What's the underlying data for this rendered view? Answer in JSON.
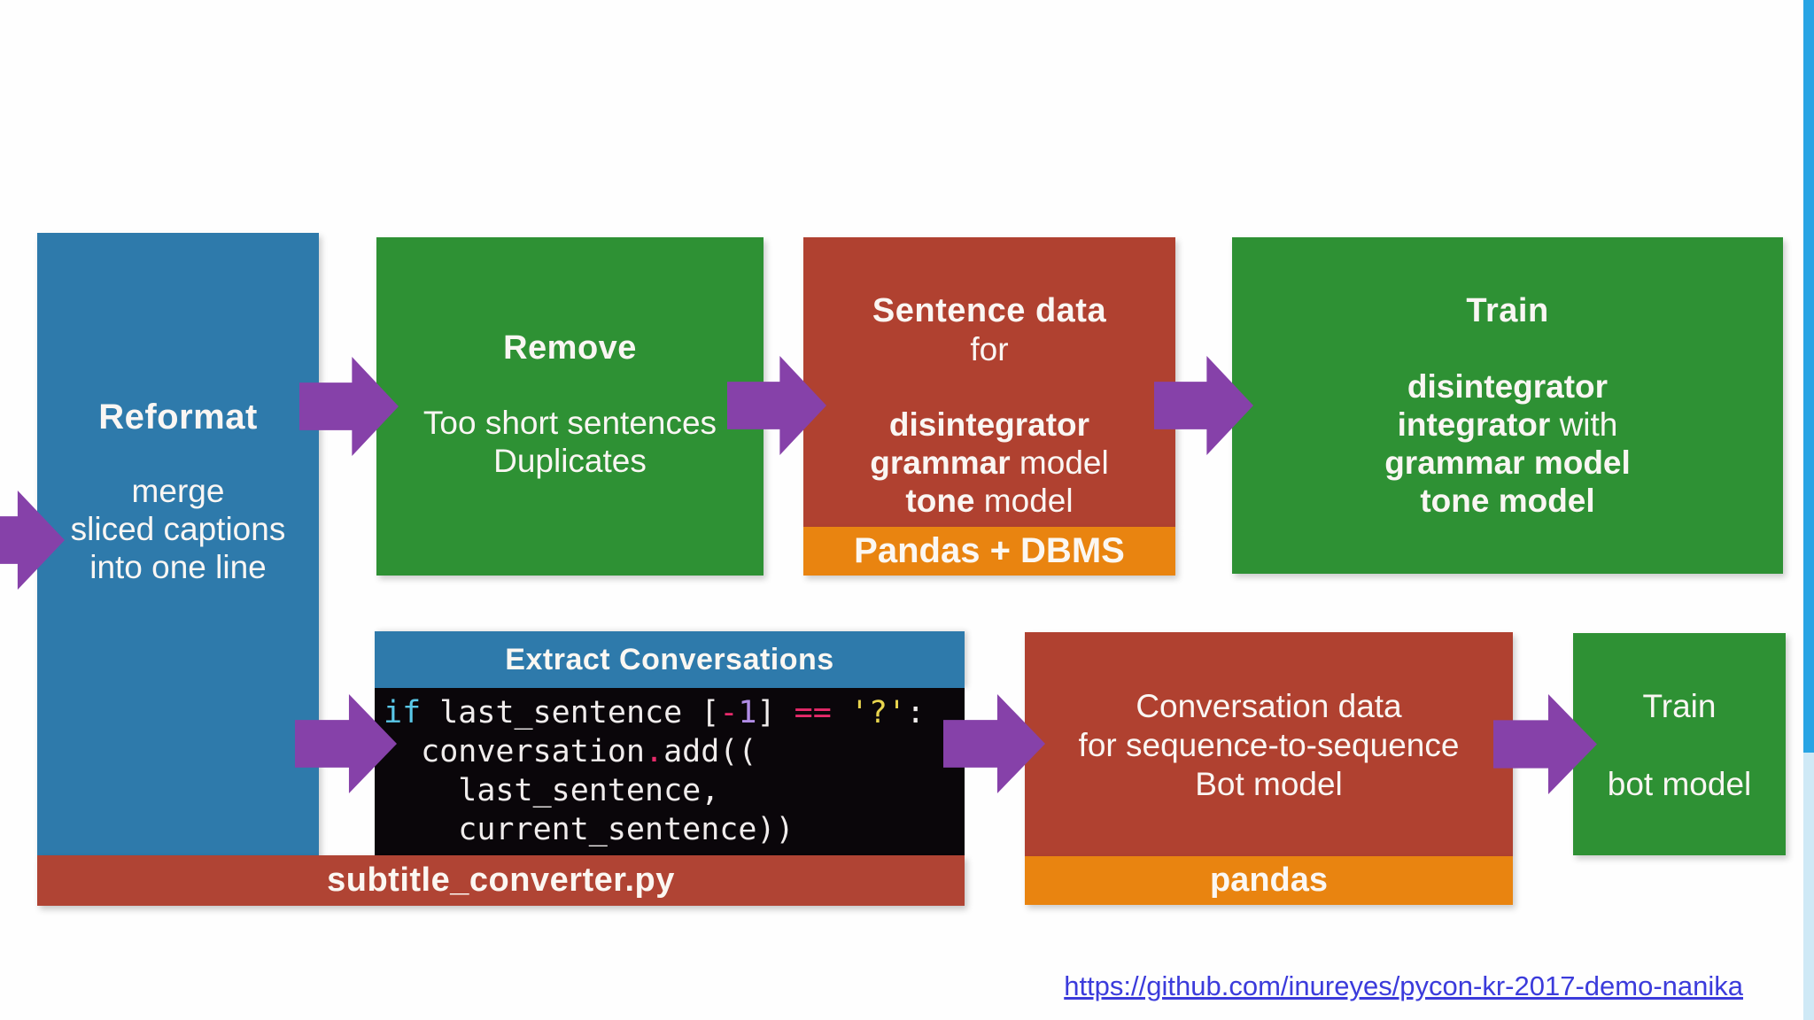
{
  "colors": {
    "box_blue": "#2e7aab",
    "box_green": "#2e9134",
    "box_red": "#b04130",
    "bar_orange": "#e98410",
    "file_bar_red": "#b04434",
    "arrow_purple": "#8641a9",
    "code_background": "#0a060a",
    "code_keyword_cyan": "#5ac8e8",
    "code_operator_pink": "#e62a6a",
    "code_number_purple": "#b18ce6",
    "code_string_yellow": "#e8d44e",
    "link_blue": "#3b3bdb",
    "scrollbar_thumb_blue": "#29a4e4",
    "scrollbar_track_blue": "#cfe9f6"
  },
  "reformat_box": {
    "title": "Reformat",
    "lines": [
      "merge",
      "sliced captions",
      "into one line"
    ]
  },
  "remove_box": {
    "title": "Remove",
    "lines": [
      "Too short sentences",
      "Duplicates"
    ]
  },
  "sentence_box": {
    "title": "Sentence data",
    "subtitle": "for",
    "models": [
      {
        "bold": "disintegrator",
        "rest": ""
      },
      {
        "bold": "grammar",
        "rest": " model"
      },
      {
        "bold": "tone",
        "rest": " model"
      }
    ],
    "tool_label": "Pandas + DBMS"
  },
  "train_box": {
    "title": "Train",
    "models": [
      {
        "bold": "disintegrator",
        "rest": ""
      },
      {
        "bold": "integrator",
        "rest": " with"
      },
      {
        "bold": "grammar model",
        "rest": ""
      },
      {
        "bold": "tone model",
        "rest": ""
      }
    ]
  },
  "extract_box": {
    "title": "Extract Conversations",
    "file_label": "subtitle_converter.py",
    "code": {
      "line1": [
        "if",
        " last_sentence [",
        "-",
        "1",
        "] ",
        "==",
        " ",
        "'?'",
        ":"
      ],
      "line2": [
        "  conversation",
        ".",
        "add(("
      ],
      "line3": [
        "    last_sentence,"
      ],
      "line4": [
        "    current_sentence))"
      ]
    }
  },
  "conversation_box": {
    "lines": [
      "Conversation data",
      "for sequence-to-sequence",
      "Bot model"
    ],
    "tool_label": "pandas"
  },
  "train_bot_box": {
    "lines": [
      "Train",
      "bot model"
    ]
  },
  "footer": {
    "link_text": "https://github.com/inureyes/pycon-kr-2017-demo-nanika"
  }
}
